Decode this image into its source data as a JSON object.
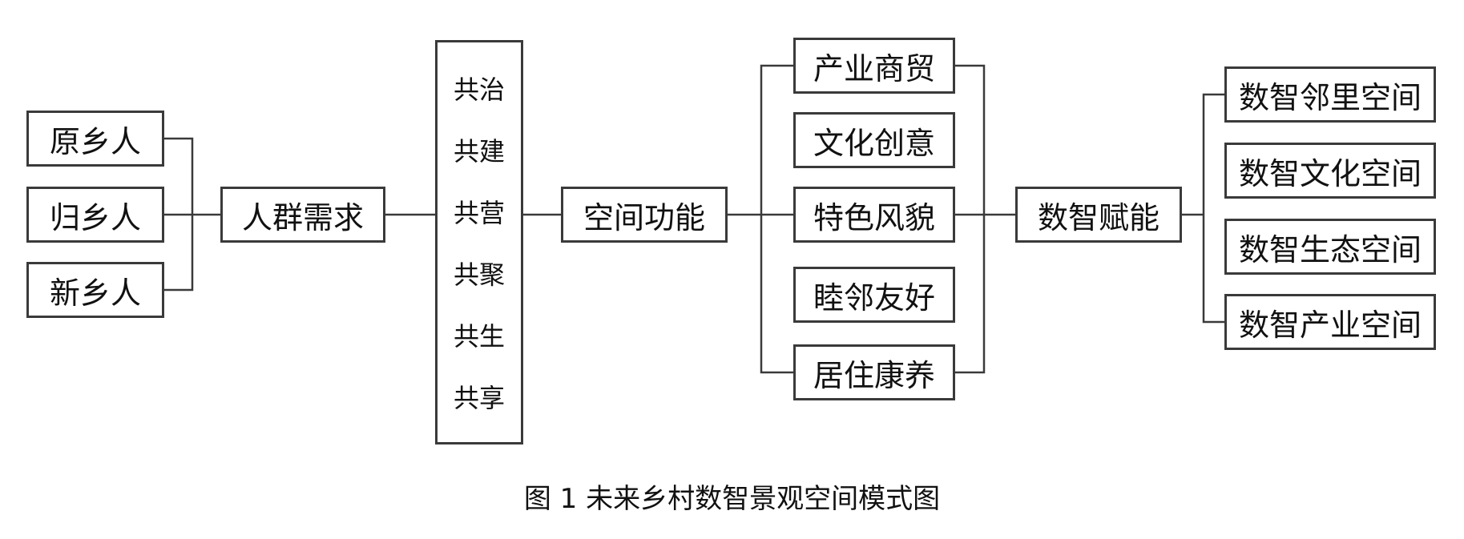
{
  "groups": [
    {
      "label": "原乡人"
    },
    {
      "label": "归乡人"
    },
    {
      "label": "新乡人"
    }
  ],
  "demand": {
    "label": "人群需求"
  },
  "principles": [
    {
      "label": "共治"
    },
    {
      "label": "共建"
    },
    {
      "label": "共营"
    },
    {
      "label": "共聚"
    },
    {
      "label": "共生"
    },
    {
      "label": "共享"
    }
  ],
  "space_function": {
    "label": "空间功能"
  },
  "functions": [
    {
      "label": "产业商贸"
    },
    {
      "label": "文化创意"
    },
    {
      "label": "特色风貌"
    },
    {
      "label": "睦邻友好"
    },
    {
      "label": "居住康养"
    }
  ],
  "empower": {
    "label": "数智赋能"
  },
  "digital_spaces": [
    {
      "label": "数智邻里空间"
    },
    {
      "label": "数智文化空间"
    },
    {
      "label": "数智生态空间"
    },
    {
      "label": "数智产业空间"
    }
  ],
  "caption": "图 1 未来乡村数智景观空间模式图",
  "colors": {
    "line": "#3a3a3a",
    "text": "#111111",
    "background": "#ffffff"
  }
}
